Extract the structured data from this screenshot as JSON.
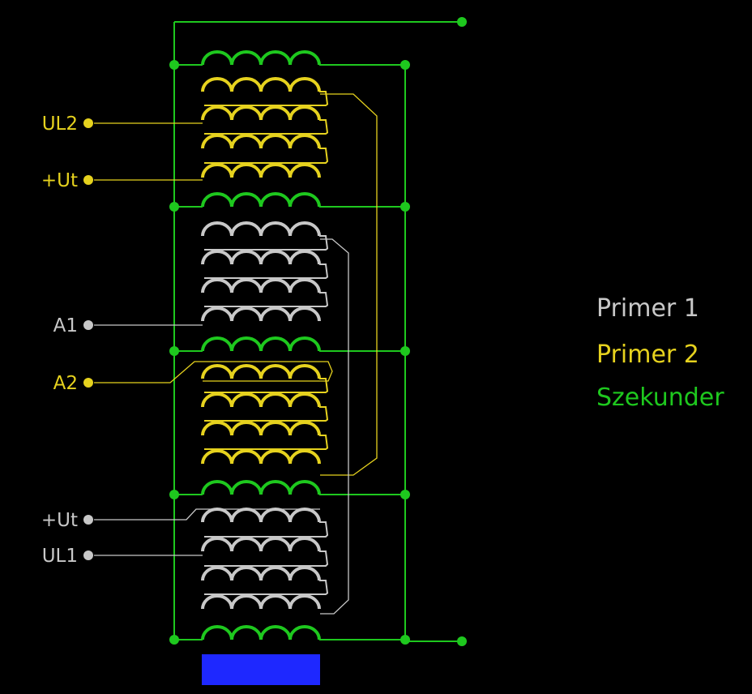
{
  "colors": {
    "background": "#000000",
    "primer1": "#c8c8c8",
    "primer2": "#e6d21e",
    "szekunder": "#1ec81e",
    "block": "#1e28ff"
  },
  "legend": [
    {
      "key": "primer1",
      "label": "Primer 1"
    },
    {
      "key": "primer2",
      "label": "Primer 2"
    },
    {
      "key": "szekunder",
      "label": "Szekunder"
    }
  ],
  "terminals": [
    {
      "id": "ul2",
      "label": "UL2",
      "winding": "primer2"
    },
    {
      "id": "ut_top",
      "label": "+Ut",
      "winding": "primer2"
    },
    {
      "id": "a1",
      "label": "A1",
      "winding": "primer1"
    },
    {
      "id": "a2",
      "label": "A2",
      "winding": "primer2"
    },
    {
      "id": "ut_bottom",
      "label": "+Ut",
      "winding": "primer1"
    },
    {
      "id": "ul1",
      "label": "UL1",
      "winding": "primer1"
    }
  ],
  "coil_stack": [
    "szekunder",
    "primer2",
    "primer2",
    "primer2",
    "primer2",
    "szekunder",
    "primer1",
    "primer1",
    "primer1",
    "primer1",
    "szekunder",
    "primer2",
    "primer2",
    "primer2",
    "primer2",
    "szekunder",
    "primer1",
    "primer1",
    "primer1",
    "primer1",
    "szekunder"
  ]
}
